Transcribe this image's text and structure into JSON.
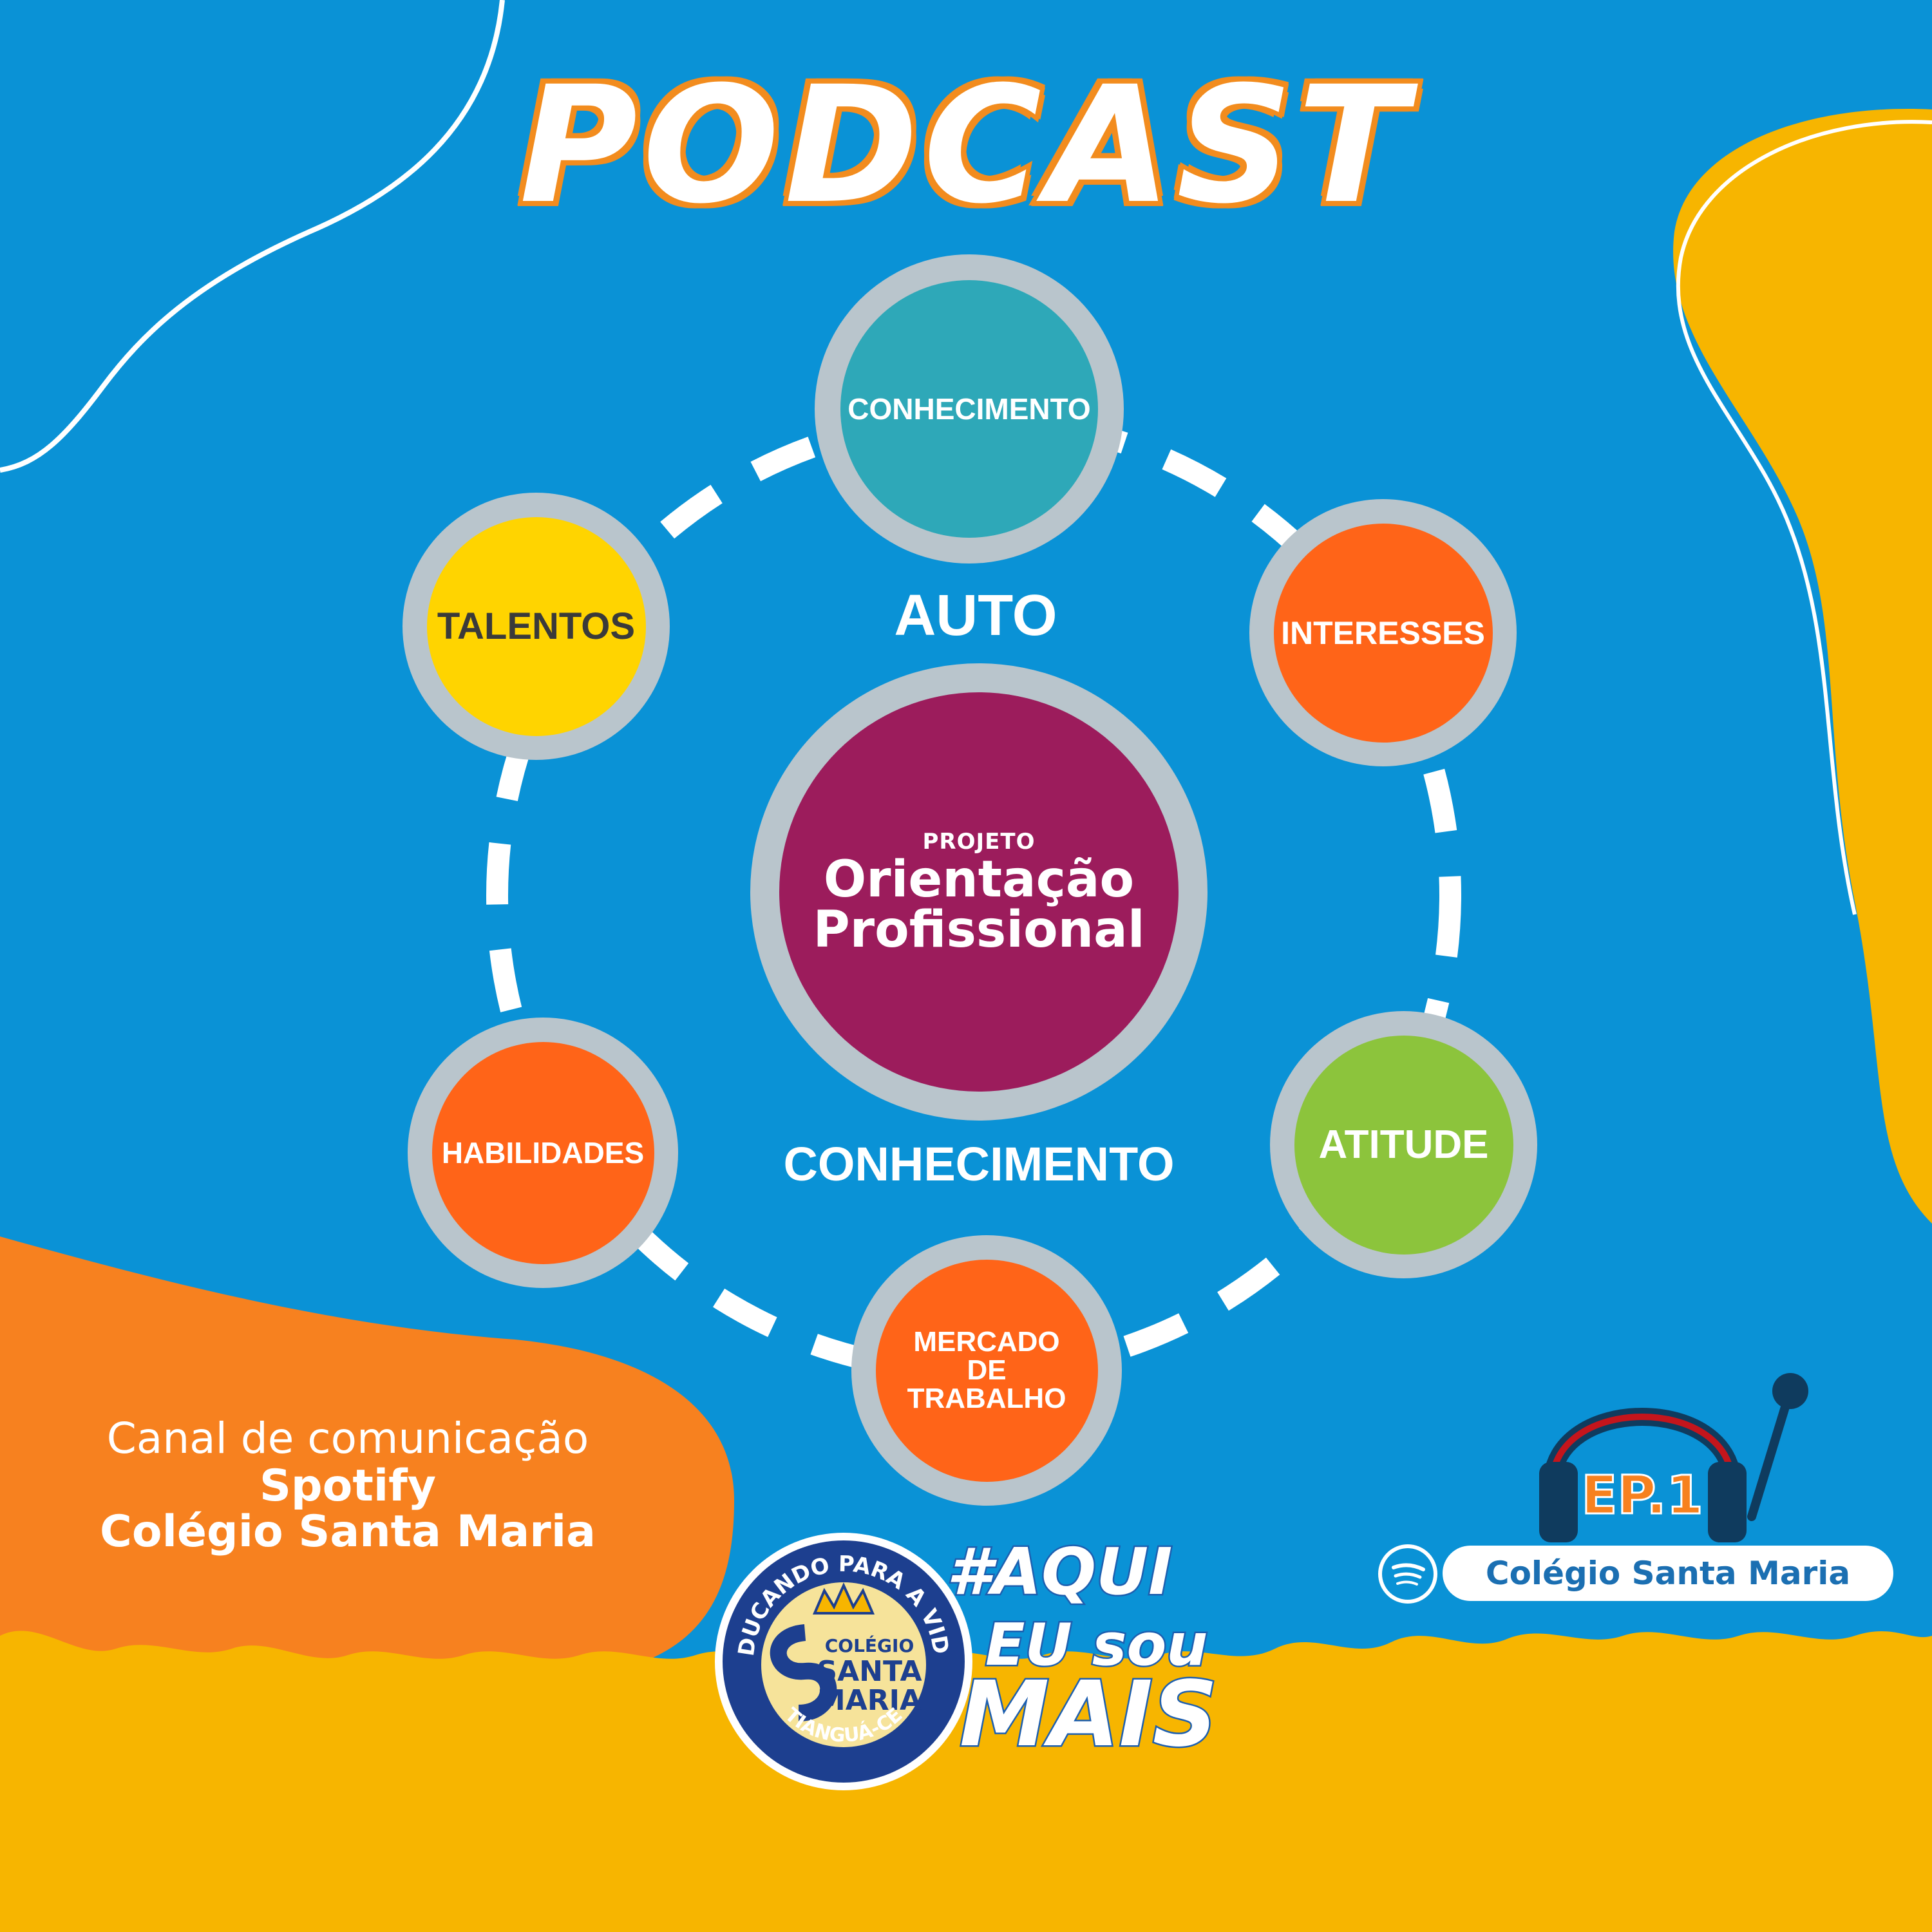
{
  "title": "PODCAST",
  "colors": {
    "background_blue": "#0a92d6",
    "orange": "#f28c1e",
    "yellow": "#f7b500",
    "ring_gray": "#b9c5cc",
    "center_purple": "#9c1c5c",
    "teal": "#2ea8b8",
    "red_orange": "#ff6418",
    "gold": "#ffd400",
    "green": "#8cc43c"
  },
  "diagram": {
    "nodes": [
      {
        "label": "CONHECIMENTO",
        "color": "#2ea8b8"
      },
      {
        "label": "INTERESSES",
        "color": "#ff6418"
      },
      {
        "label": "ATITUDE",
        "color": "#8cc43c"
      },
      {
        "label": "MERCADO DE TRABALHO",
        "color": "#ff6418"
      },
      {
        "label": "HABILIDADES",
        "color": "#ff6418"
      },
      {
        "label": "TALENTOS",
        "color": "#ffd400"
      }
    ],
    "top_word": "AUTO",
    "bottom_word": "CONHECIMENTO",
    "center": {
      "small": "PROJETO",
      "line1": "Orientação",
      "line2": "Profissional"
    }
  },
  "channel": {
    "line1": "Canal de comunicação",
    "line2": "Spotify",
    "line3": "Colégio Santa Maria"
  },
  "episode_badge": "EP.1",
  "spotify_pill": "Colégio Santa Maria",
  "seal": {
    "top_arc": "EDUCANDO PARA A VIDA",
    "word1": "COLÉGIO",
    "word2": "SANTA",
    "word3": "MARIA",
    "bottom_arc": "TIANGUÁ-CE"
  },
  "slogan": {
    "line1": "#AQUI",
    "line2": "EU sou",
    "line3": "MAIS"
  },
  "icons": [
    "headphones-icon",
    "microphone-icon",
    "spotify-icon",
    "crown-icon"
  ]
}
